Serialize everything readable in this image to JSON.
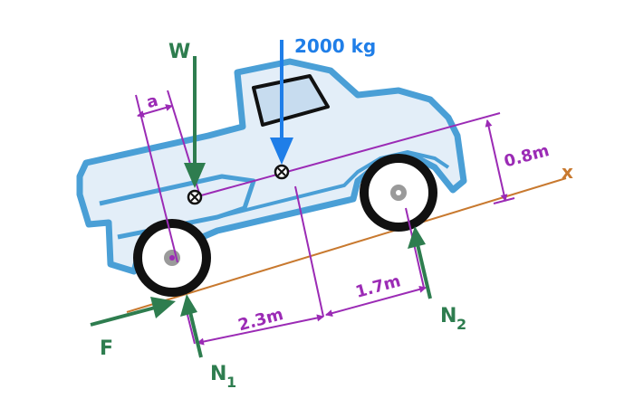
{
  "diagram": {
    "labels": {
      "weight": "W",
      "mass": "2000 kg",
      "a": "a",
      "height": "0.8m",
      "x_axis": "x",
      "dist_1": "2.3m",
      "dist_2": "1.7m",
      "force_f": "F",
      "normal_1_main": "N",
      "normal_1_sub": "1",
      "normal_2_main": "N",
      "normal_2_sub": "2"
    },
    "colors": {
      "body": "#4a9fd6",
      "body_fill": "#e3eef8",
      "window_fill": "#c7dcef",
      "green_force": "#2e7d4f",
      "blue_force": "#1f7ee8",
      "dimension": "#9b2bb5",
      "ground": "#c8792f",
      "wheel": "#111111",
      "hub": "#9a9a9a"
    }
  }
}
